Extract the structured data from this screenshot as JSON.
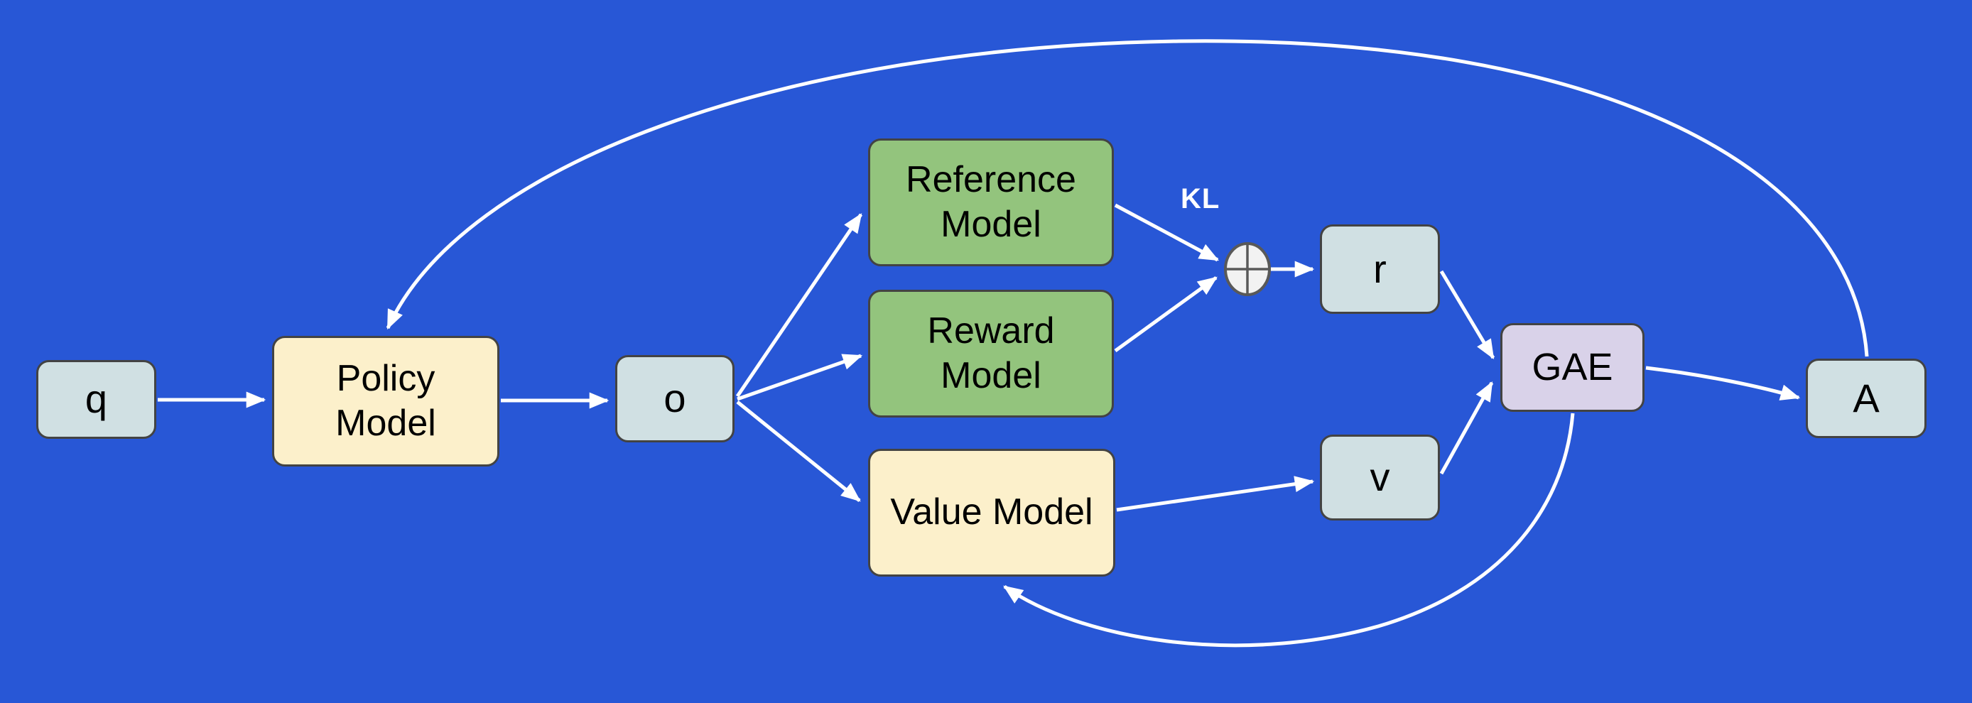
{
  "colors": {
    "background": "#2857D6",
    "node_border": "#434343",
    "arrow": "#FFFFFF",
    "text": "#000000",
    "box_blue_gray": "#D0E0E3",
    "box_cream": "#FCF0CB",
    "box_green": "#93C47D",
    "box_lavender": "#D9D2E9",
    "sum_fill": "#F2F2F2",
    "sum_stroke": "#595959",
    "kl_text": "#FFFFFF"
  },
  "nodes": {
    "q": {
      "label": "q",
      "fill": "#D0E0E3"
    },
    "policy": {
      "label": "Policy Model",
      "fill": "#FCF0CB"
    },
    "o": {
      "label": "o",
      "fill": "#D0E0E3"
    },
    "reference": {
      "label": "Reference Model",
      "fill": "#93C47D"
    },
    "reward": {
      "label": "Reward Model",
      "fill": "#93C47D"
    },
    "value": {
      "label": "Value Model",
      "fill": "#FCF0CB"
    },
    "r": {
      "label": "r",
      "fill": "#D0E0E3"
    },
    "v": {
      "label": "v",
      "fill": "#D0E0E3"
    },
    "gae": {
      "label": "GAE",
      "fill": "#D9D2E9"
    },
    "a": {
      "label": "A",
      "fill": "#D0E0E3"
    }
  },
  "labels": {
    "kl": "KL"
  },
  "edges": [
    {
      "from": "q",
      "to": "policy"
    },
    {
      "from": "policy",
      "to": "o"
    },
    {
      "from": "o",
      "to": "reference"
    },
    {
      "from": "o",
      "to": "reward"
    },
    {
      "from": "o",
      "to": "value"
    },
    {
      "from": "reference",
      "to": "sum",
      "label": "KL"
    },
    {
      "from": "reward",
      "to": "sum"
    },
    {
      "from": "sum",
      "to": "r"
    },
    {
      "from": "r",
      "to": "gae"
    },
    {
      "from": "value",
      "to": "v"
    },
    {
      "from": "v",
      "to": "gae"
    },
    {
      "from": "gae",
      "to": "a"
    },
    {
      "from": "a",
      "to": "policy"
    },
    {
      "from": "gae",
      "to": "value"
    }
  ]
}
